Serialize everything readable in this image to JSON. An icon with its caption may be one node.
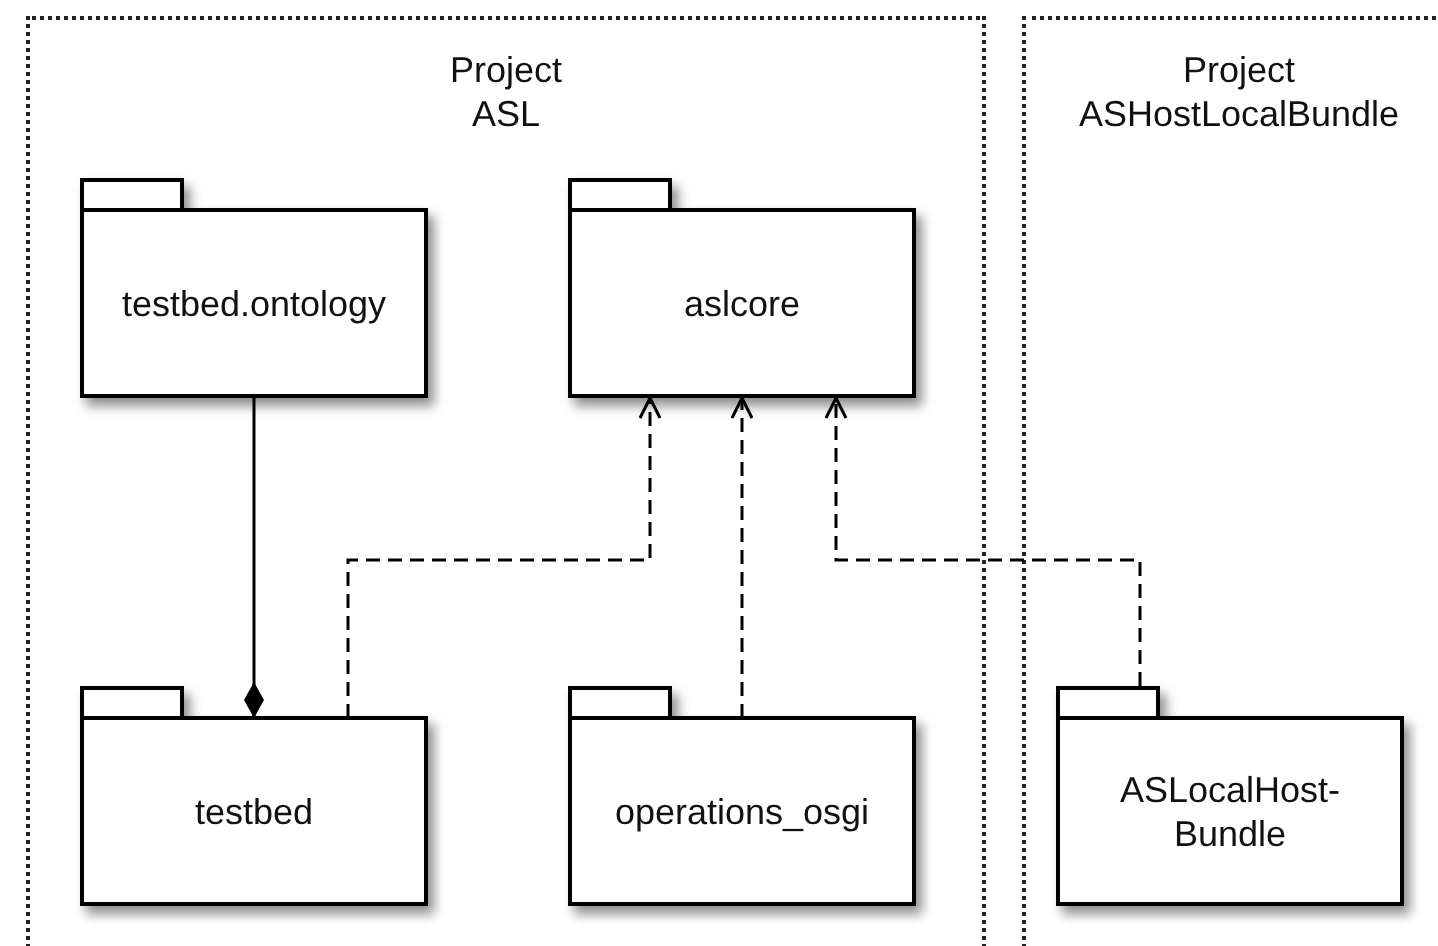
{
  "diagram": {
    "nodes": [
      {
        "text": [
          "Project ASL"
        ]
      },
      {
        "text": [
          "testbed.ontology"
        ],
        "in": 0
      },
      {
        "text": [
          "aslcore"
        ],
        "in": 0
      },
      {
        "text": [
          "testbed"
        ],
        "in": 0
      },
      {
        "text": [
          "operations_osgi"
        ],
        "in": 0
      },
      {
        "text": [
          "Project ASHostLocalBundle"
        ]
      },
      {
        "text": [
          "ASLocalHost-Bundle"
        ],
        "in": 5
      }
    ],
    "edges": [
      {
        "from": 1,
        "to": 3,
        "arrow": "other"
      },
      {
        "from": 3,
        "to": 2,
        "arrow": "to",
        "style": "dashed"
      },
      {
        "from": 4,
        "to": 2,
        "arrow": "to",
        "style": "dashed"
      },
      {
        "from": 6,
        "to": 2,
        "arrow": "to",
        "style": "dashed"
      }
    ]
  }
}
